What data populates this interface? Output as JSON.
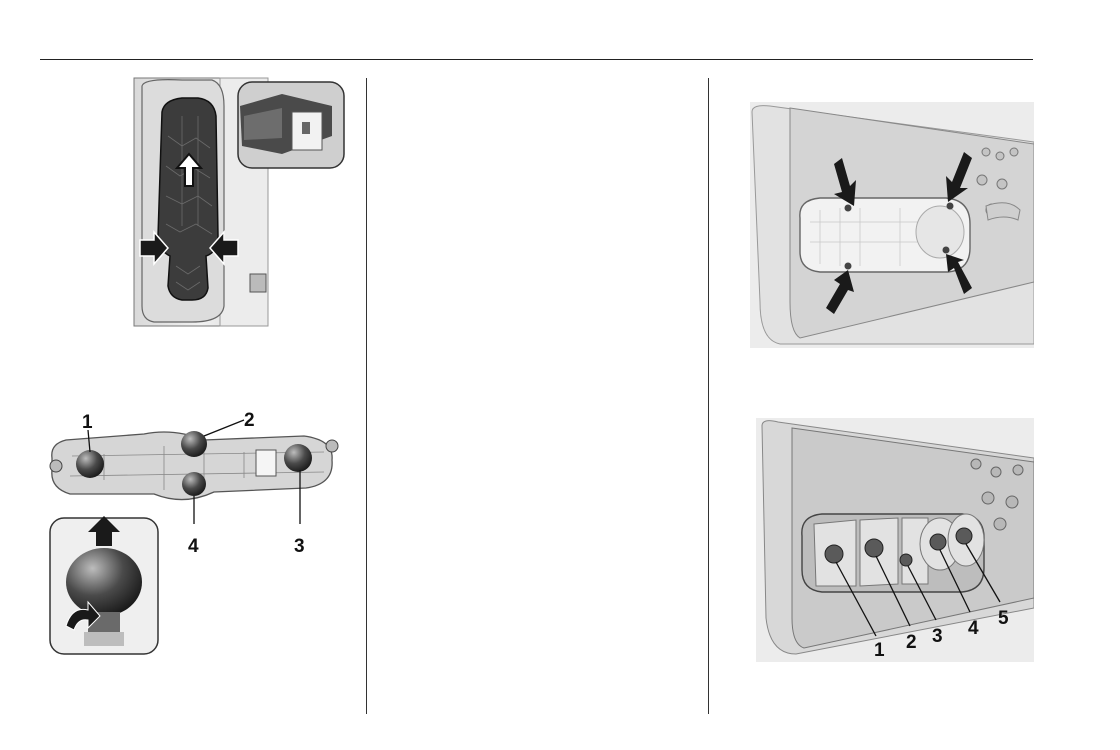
{
  "figures": {
    "tail_lamp_removal": {
      "description_icons": [
        "push-up-arrow",
        "squeeze-arrow-left",
        "squeeze-arrow-right",
        "clip-detail-inset"
      ]
    },
    "bulb_holder": {
      "callouts": [
        "1",
        "2",
        "3",
        "4"
      ],
      "detail_icons": [
        "pull-up-arrow",
        "rotate-arrow"
      ]
    },
    "rear_lamp_screws": {
      "detail_icons": [
        "screw-arrow-top-left",
        "screw-arrow-top-right",
        "screw-arrow-bottom-left",
        "screw-arrow-bottom-right"
      ]
    },
    "rear_lamp_bulbs": {
      "callouts": [
        "1",
        "2",
        "3",
        "4",
        "5"
      ]
    }
  },
  "colors": {
    "line": "#222222",
    "gray_light": "#e6e6e6",
    "gray_mid": "#b4b4b4",
    "gray_dark": "#3a3a3a",
    "arrow_fill": "#1a1a1a"
  }
}
